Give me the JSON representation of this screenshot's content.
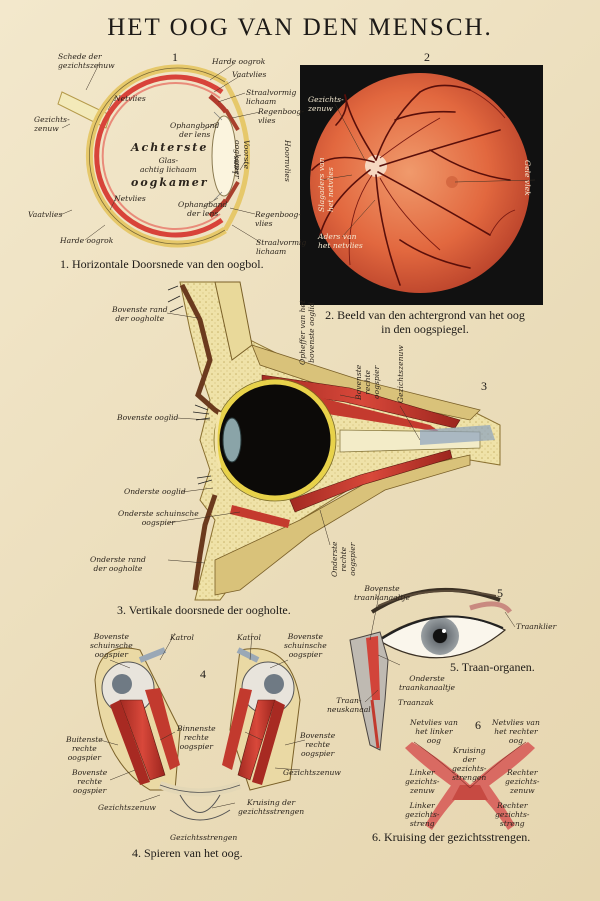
{
  "title": "HET OOG VAN DEN MENSCH.",
  "fig1": {
    "number": "1",
    "caption": "1. Horizontale Doorsnede van den oogbol.",
    "labels": {
      "schede": "Schede der\ngezichtszenuw",
      "harde_top": "Harde oogrok",
      "vaatvlies_top": "Vaatvlies",
      "netvlies_top": "Netvlies",
      "straalvormig_top": "Straalvormig\nlichaam",
      "regenboog_top": "Regenboog-\nvlies",
      "gezichtszenuw": "Gezichts-\nzenuw",
      "ophangband_top": "Ophangband\nder lens",
      "achterste": "Achterste",
      "glas": "Glas-\nachtig lichaam",
      "oogkamer": "oogkamer",
      "lens": "Lens",
      "voorste": "Voorste\noogkamer",
      "hoornvlies": "Hoornvlies",
      "netvlies_bottom": "Netvlies",
      "ophangband_bottom": "Ophangband\nder lens",
      "vaatvlies_bottom": "Vaatvlies",
      "regenboog_bottom": "Regenboog-\nvlies",
      "harde_bottom": "Harde oogrok",
      "straalvormig_bottom": "Straalvormig\nlichaam"
    }
  },
  "fig2": {
    "number": "2",
    "caption_line1": "2. Beeld van den achtergrond van het oog",
    "caption_line2": "in den oogspiegel.",
    "labels": {
      "gezichtszenuw": "Gezichts-\nzenuw",
      "slagaders": "Slagaders van\nhet netvlies",
      "aders": "Aders van\nhet netvlies",
      "gele_vlek": "Gele vlek"
    }
  },
  "fig3": {
    "number": "3",
    "caption": "3. Vertikale doorsnede der oogholte.",
    "labels": {
      "bovenste_rand": "Bovenste rand\nder oogholte",
      "opheffer": "Opheffer van het\nbovenste ooglid",
      "bovenste_rechte": "Bovenste\nrechte\noogspier",
      "gezichtszenuw": "Gezichtszenuw",
      "bovenste_ooglid": "Bovenste ooglid",
      "onderste_ooglid": "Onderste ooglid",
      "onderste_schuinsche": "Onderste schuinsche\noogspier",
      "onderste_rand": "Onderste rand\nder oogholte",
      "onderste_rechte": "Onderste\nrechte\noogspier"
    }
  },
  "fig4": {
    "number": "4",
    "caption": "4. Spieren van het oog.",
    "labels": {
      "bovenste_schuinsche_l": "Bovenste\nschuinsche\noogspier",
      "katrol_l": "Katrol",
      "katrol_r": "Katrol",
      "bovenste_schuinsche_r": "Bovenste\nschuinsche\noogspier",
      "binnenste": "Binnenste\nrechte\noogspier",
      "buitenste_l": "Buitenste\nrechte\noogspier",
      "bovenste_rechte": "Bovenste\nrechte\noogspier",
      "bovenste_rechte_l": "Bovenste\nrechte\noogspier",
      "gezichtszenuw_r": "Gezichtszenuw",
      "gezichtszenuw_l": "Gezichtszenuw",
      "kruising": "Kruising der\ngezichtsstrengen",
      "gezichtsstrengen": "Gezichtsstrengen"
    }
  },
  "fig5": {
    "number": "5",
    "caption": "5. Traan-organen.",
    "labels": {
      "bovenste": "Bovenste\ntraankanaaltje",
      "traanklier": "Traanklier",
      "onderste": "Onderste\ntraankanaaltje",
      "traanzak": "Traanzak",
      "neuskanaal": "Traan-\nneuskanaal"
    }
  },
  "fig6": {
    "number": "6",
    "caption": "6. Kruising der gezichtsstrengen.",
    "labels": {
      "netvlies_l": "Netvlies van\nhet linker\noog",
      "netvlies_r": "Netvlies van\nhet rechter\noog",
      "kruising": "Kruising\nder\ngezichts-\nstrengen",
      "linker_zenuw": "Linker\ngezichts-\nzenuw",
      "rechter_zenuw": "Rechter\ngezichts-\nzenuw",
      "linker_streng": "Linker\ngezichts-\nstreng",
      "rechter_streng": "Rechter\ngezichts-\nstreng"
    }
  }
}
